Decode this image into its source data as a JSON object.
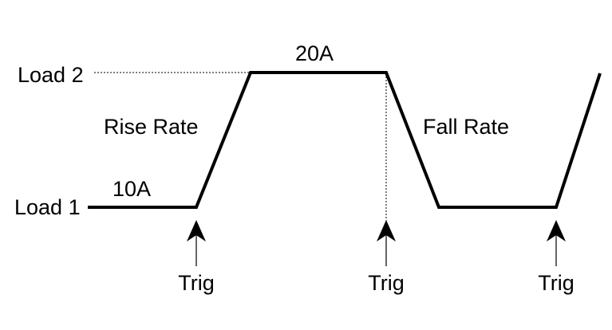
{
  "labels": {
    "load2": "Load 2",
    "load1": "Load 1",
    "level_high": "20A",
    "level_low": "10A",
    "rise_rate": "Rise Rate",
    "fall_rate": "Fall Rate"
  },
  "triggers": [
    {
      "label": "Trig"
    },
    {
      "label": "Trig"
    },
    {
      "label": "Trig"
    }
  ],
  "colors": {
    "line": "#000000",
    "background": "#ffffff"
  }
}
